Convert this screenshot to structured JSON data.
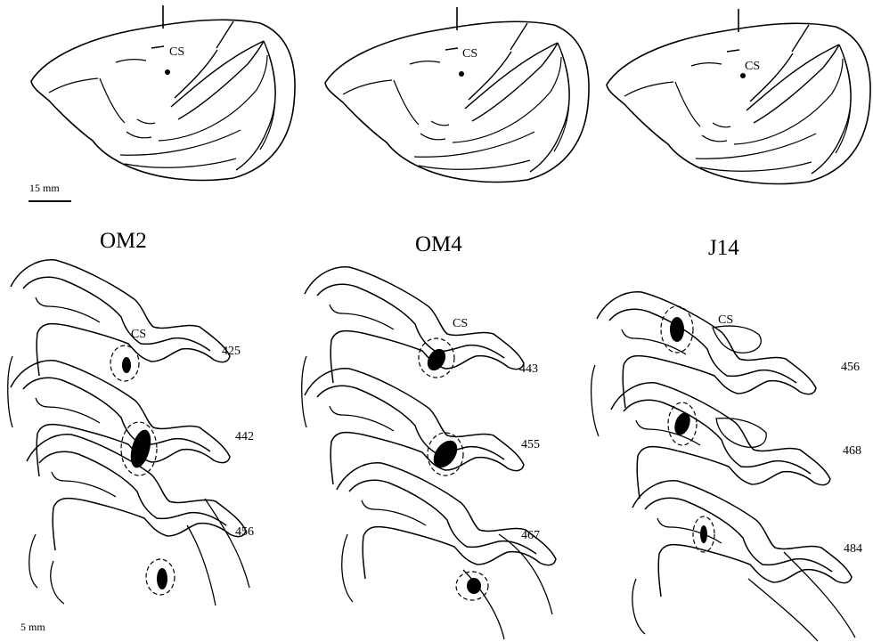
{
  "panels": [
    {
      "name": "OM2",
      "sulcus_label": "CS",
      "sections": [
        "425",
        "442",
        "456"
      ]
    },
    {
      "name": "OM4",
      "sulcus_label": "CS",
      "sections": [
        "443",
        "455",
        "467"
      ]
    },
    {
      "name": "J14",
      "sulcus_label": "CS",
      "sections": [
        "456",
        "468",
        "484"
      ]
    }
  ],
  "scale_bars": {
    "brain": "15 mm",
    "section": "5 mm"
  },
  "colors": {
    "ink": "#000000",
    "background": "#ffffff"
  }
}
